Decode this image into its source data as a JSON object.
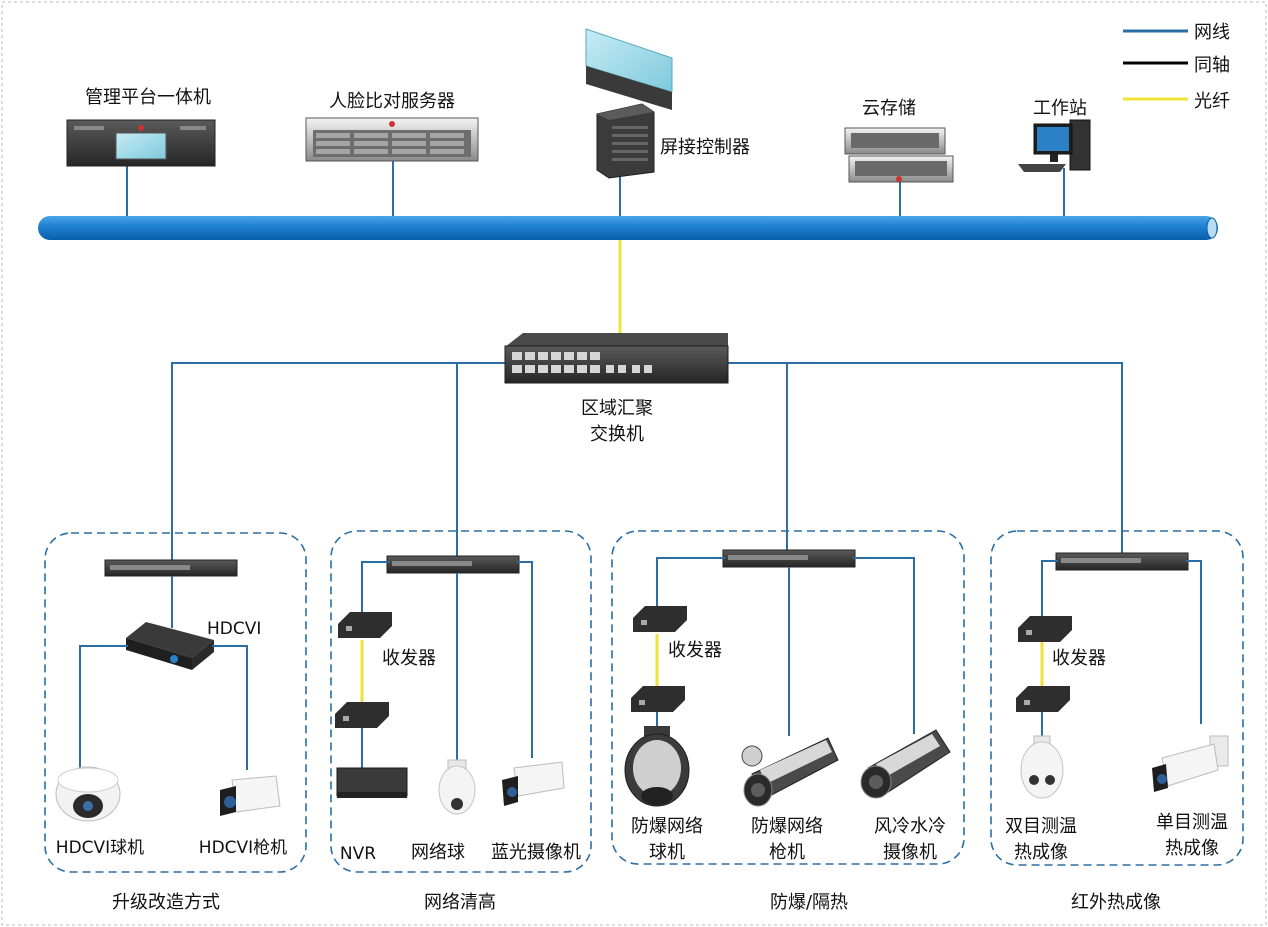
{
  "legend": {
    "items": [
      {
        "label": "网线",
        "color": "#2b6ea6"
      },
      {
        "label": "同轴",
        "color": "#000000"
      },
      {
        "label": "光纤",
        "color": "#f2e33a"
      }
    ]
  },
  "top": {
    "management": "管理平台一体机",
    "face_server": "人脸比对服务器",
    "screen_controller": "屏接控制器",
    "cloud_storage": "云存储",
    "workstation": "工作站"
  },
  "core_switch": {
    "line1": "区域汇聚",
    "line2": "交换机"
  },
  "groups": {
    "upgrade": {
      "title": "升级改造方式",
      "hdcvi": "HDCVI",
      "dome": "HDCVI球机",
      "bullet": "HDCVI枪机"
    },
    "network_hd": {
      "title": "网络清高",
      "transceiver": "收发器",
      "nvr": "NVR",
      "ptz": "网络球",
      "bluelight": "蓝光摄像机"
    },
    "explosion": {
      "title": "防爆/隔热",
      "transceiver": "收发器",
      "ex_dome_1": "防爆网络",
      "ex_dome_2": "球机",
      "ex_bullet_1": "防爆网络",
      "ex_bullet_2": "枪机",
      "cooled_1": "风冷水冷",
      "cooled_2": "摄像机"
    },
    "thermal": {
      "title": "红外热成像",
      "transceiver": "收发器",
      "dual_1": "双目测温",
      "dual_2": "热成像",
      "single_1": "单目测温",
      "single_2": "热成像"
    }
  }
}
